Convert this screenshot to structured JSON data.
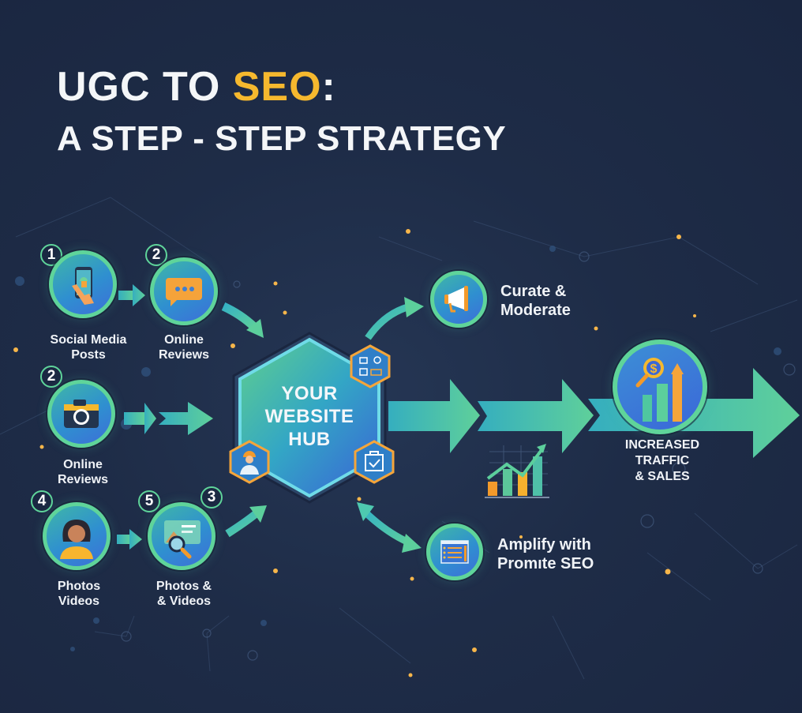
{
  "title": {
    "line1_prefix": "UGC TO ",
    "line1_highlight": "SEO",
    "line1_suffix": ":",
    "line2": "A STEP - STEP STRATEGY"
  },
  "colors": {
    "background": "#1e2c47",
    "highlight": "#f5b82e",
    "arrow_teal": "#4ec9b0",
    "node_ring": "#5fd49a",
    "accent_orange": "#f39a2b"
  },
  "sources": [
    {
      "step": "1",
      "label_line1": "Social Media",
      "label_line2": "Posts",
      "icon": "phone-hand-icon"
    },
    {
      "step": "2",
      "label_line1": "Online",
      "label_line2": "Reviews",
      "icon": "chat-bubble-icon"
    },
    {
      "step": "2",
      "label_line1": "Online",
      "label_line2": "Reviews",
      "icon": "camera-icon"
    },
    {
      "step": "4",
      "label_line1": "Photos",
      "label_line2": "Videos",
      "icon": "person-avatar-icon"
    },
    {
      "step": "5",
      "label_line1": "Photos &",
      "label_line2": "& Videos",
      "icon": "image-search-icon",
      "extra_step": "3"
    }
  ],
  "hub": {
    "line1": "YOUR",
    "line2": "WEBSITE",
    "line3": "HUB",
    "mini_icons": [
      "workflow-icon",
      "worker-icon",
      "shopping-bag-check-icon"
    ]
  },
  "actions": [
    {
      "label_line1": "Curate &",
      "label_line2": "Moderate",
      "icon": "megaphone-icon"
    },
    {
      "label_line1": "Amplify with",
      "label_line2": "Promıte SEO",
      "icon": "seo-checklist-icon"
    }
  ],
  "result": {
    "line1": "INCREASED",
    "line2": "TRAFFIC",
    "line3": "& SALES",
    "icon": "dollar-growth-chart-icon"
  },
  "mini_chart": {
    "icon": "bar-growth-chart-icon"
  }
}
